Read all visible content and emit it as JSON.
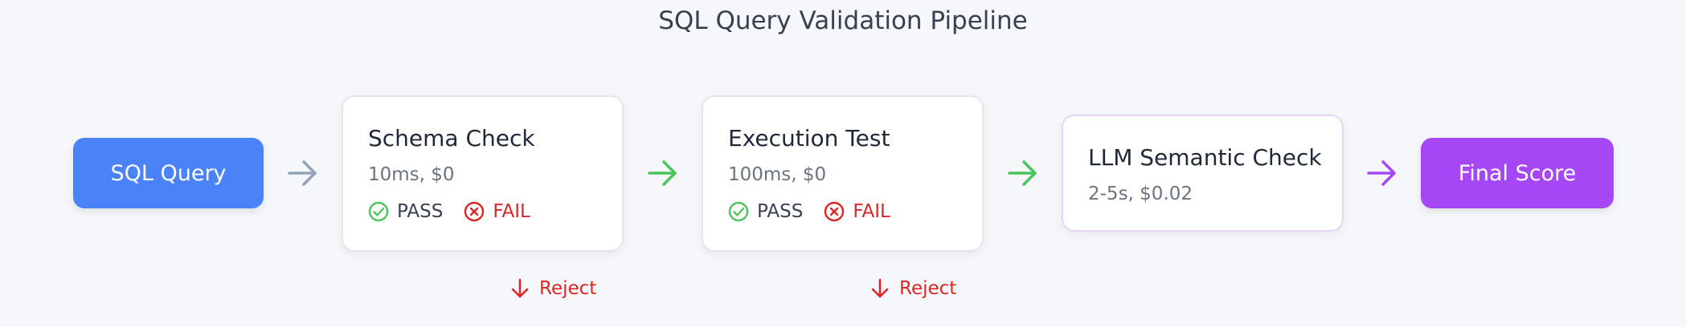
{
  "title": "SQL Query Validation Pipeline",
  "start_node": {
    "label": "SQL Query",
    "color": "#4a82f7"
  },
  "end_node": {
    "label": "Final Score",
    "color": "#a647f5"
  },
  "stages": [
    {
      "name": "Schema Check",
      "cost": "10ms, $0",
      "pass_label": "PASS",
      "fail_label": "FAIL",
      "reject_label": "Reject"
    },
    {
      "name": "Execution Test",
      "cost": "100ms, $0",
      "pass_label": "PASS",
      "fail_label": "FAIL",
      "reject_label": "Reject"
    },
    {
      "name": "LLM Semantic Check",
      "cost": "2-5s, $0.02"
    }
  ],
  "colors": {
    "arrow_gray": "#94a3b8",
    "arrow_green": "#4bc45c",
    "arrow_purple": "#a647f5",
    "pass_green": "#4bc45c",
    "fail_red": "#dc2626"
  },
  "icons": {
    "pass": "check-circle-icon",
    "fail": "x-circle-icon",
    "flow": "arrow-right-icon",
    "reject": "arrow-down-icon"
  }
}
